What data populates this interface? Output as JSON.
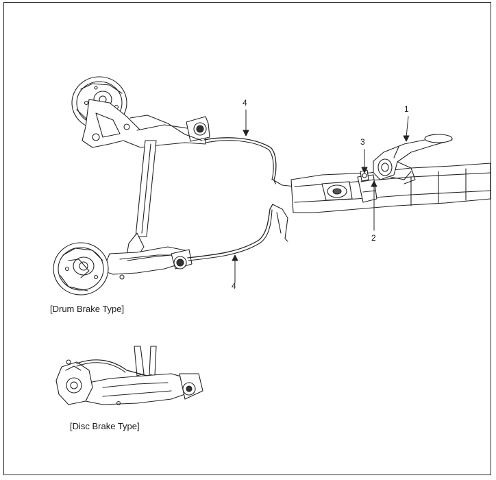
{
  "callouts": {
    "c1": "1",
    "c2": "2",
    "c3": "3",
    "c4_top": "4",
    "c4_bottom": "4"
  },
  "captions": {
    "drum": "[Drum Brake Type]",
    "disc": "[Disc Brake Type]"
  }
}
